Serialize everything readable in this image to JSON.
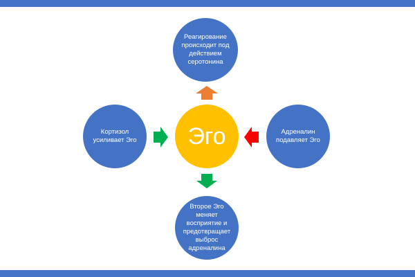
{
  "diagram": {
    "center": {
      "label": "Эго"
    },
    "top": {
      "label": "Реагирование происходит под действием серотонина"
    },
    "left": {
      "label": "Кортизол усиливает Эго"
    },
    "right": {
      "label": "Адреналин подавляет Эго"
    },
    "bottom": {
      "label": "Второе Эго меняет восприятие и предотвращает выброс адреналина"
    }
  },
  "colors": {
    "frame": "#4472c4",
    "node": "#4472c4",
    "center": "#ffc000",
    "arrow_top": "#ed7d31",
    "arrow_left": "#00b050",
    "arrow_right": "#ff0000",
    "arrow_bottom": "#00b050"
  }
}
